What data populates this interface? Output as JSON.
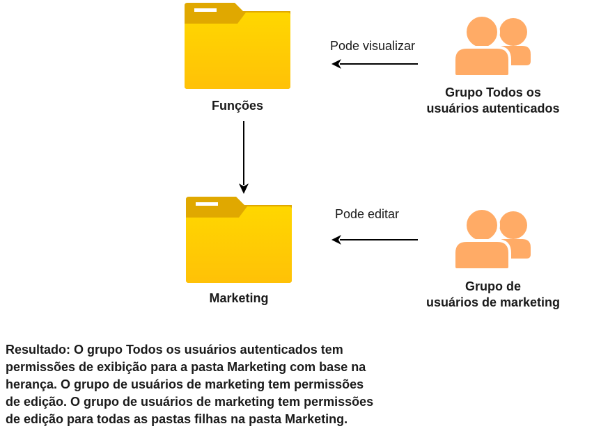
{
  "folders": {
    "top": {
      "label": "Funções"
    },
    "bottom": {
      "label": "Marketing"
    }
  },
  "groups": {
    "top": {
      "line1": "Grupo Todos os",
      "line2": "usuários autenticados"
    },
    "bottom": {
      "line1": "Grupo de",
      "line2": "usuários de marketing"
    }
  },
  "edges": {
    "top": {
      "label": "Pode visualizar"
    },
    "bottom": {
      "label": "Pode editar"
    }
  },
  "result": {
    "line1": "Resultado: O grupo Todos os usuários autenticados tem",
    "line2": "permissões de exibição para a pasta Marketing com base na",
    "line3": "herança. O grupo de usuários de marketing tem permissões",
    "line4": "de edição. O grupo de usuários de marketing tem permissões",
    "line5": "de edição para todas as pastas filhas na pasta Marketing."
  },
  "colors": {
    "folder_back": "#E0A800",
    "folder_front_top": "#FFD700",
    "folder_front_bottom": "#FFC107",
    "users": "#FFAB66",
    "arrow": "#000000"
  },
  "icons": {
    "folder": "folder-icon",
    "users": "users-group-icon"
  }
}
